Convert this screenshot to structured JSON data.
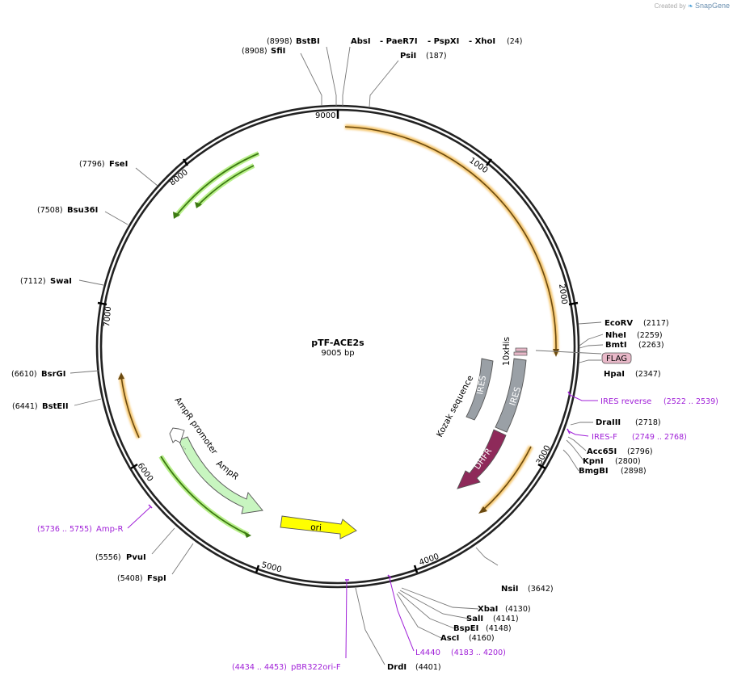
{
  "credit": {
    "prefix": "Created by",
    "brand": "SnapGene"
  },
  "plasmid": {
    "name": "pTF-ACE2s",
    "length": "9005 bp"
  },
  "ticks": [
    "1000",
    "2000",
    "3000",
    "4000",
    "5000",
    "6000",
    "7000",
    "8000",
    "9000"
  ],
  "enzymes": [
    {
      "name": "BstBI",
      "pos": "(8998)"
    },
    {
      "name": "SfiI",
      "pos": "(8908)"
    },
    {
      "name": "AbsI",
      "pos": ""
    },
    {
      "name": "- PaeR7I",
      "pos": ""
    },
    {
      "name": "- PspXI",
      "pos": ""
    },
    {
      "name": "- XhoI",
      "pos": "(24)"
    },
    {
      "name": "PsiI",
      "pos": "(187)"
    },
    {
      "name": "FseI",
      "pos": "(7796)"
    },
    {
      "name": "Bsu36I",
      "pos": "(7508)"
    },
    {
      "name": "SwaI",
      "pos": "(7112)"
    },
    {
      "name": "BsrGI",
      "pos": "(6610)"
    },
    {
      "name": "BstEII",
      "pos": "(6441)"
    },
    {
      "name": "PvuI",
      "pos": "(5556)"
    },
    {
      "name": "FspI",
      "pos": "(5408)"
    },
    {
      "name": "EcoRV",
      "pos": "(2117)"
    },
    {
      "name": "NheI",
      "pos": "(2259)"
    },
    {
      "name": "BmtI",
      "pos": "(2263)"
    },
    {
      "name": "HpaI",
      "pos": "(2347)"
    },
    {
      "name": "DraIII",
      "pos": "(2718)"
    },
    {
      "name": "Acc65I",
      "pos": "(2796)"
    },
    {
      "name": "KpnI",
      "pos": "(2800)"
    },
    {
      "name": "BmgBI",
      "pos": "(2898)"
    },
    {
      "name": "NsiI",
      "pos": "(3642)"
    },
    {
      "name": "XbaI",
      "pos": "(4130)"
    },
    {
      "name": "SalI",
      "pos": "(4141)"
    },
    {
      "name": "BspEI",
      "pos": "(4148)"
    },
    {
      "name": "AscI",
      "pos": "(4160)"
    },
    {
      "name": "DrdI",
      "pos": "(4401)"
    }
  ],
  "primers": [
    {
      "name": "IRES reverse",
      "pos": "(2522 .. 2539)"
    },
    {
      "name": "IRES-F",
      "pos": "(2749 .. 2768)"
    },
    {
      "name": "L4440",
      "pos": "(4183 .. 4200)"
    },
    {
      "name": "pBR322ori-F",
      "pos": "(4434 .. 4453)"
    },
    {
      "name": "Amp-R",
      "pos": "(5736 .. 5755)"
    }
  ],
  "features": {
    "flag": "FLAG",
    "his": "10xHis",
    "ires1": "IRES",
    "ires2": "IRES",
    "kozak": "Kozak sequence",
    "dhfr": "DHFR",
    "ampr": "AmpR",
    "ampr_promoter": "AmpR promoter",
    "ori": "ori"
  },
  "colors": {
    "backbone": "#222222",
    "orange_feature": "#f5c56b",
    "green_feature": "#4a8a1c",
    "green_glow": "#b8f08a",
    "ires": "#9aa0a6",
    "dhfr": "#8e2a5a",
    "ampr": "#c8f5c0",
    "ori": "#ffff00",
    "flag": "#e8b8c8",
    "primer": "#a020d8"
  }
}
